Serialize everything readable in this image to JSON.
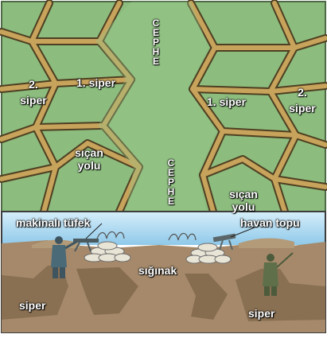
{
  "top_view": {
    "front_top": "CEPHE",
    "front_bottom": "CEPHE",
    "left_first_trench": "1. siper",
    "left_second_trench": "2.\nsiper",
    "left_rat_path": "sıçan\nyolu",
    "right_first_trench": "1. siper",
    "right_second_trench": "2.\nsiper",
    "right_rat_path": "sıçan\nyolu"
  },
  "cross_section": {
    "machine_gun": "makinalı tüfek",
    "mortar": "havan topu",
    "shelter": "sığınak",
    "left_trench": "siper",
    "right_trench": "siper"
  },
  "colors": {
    "field": "#8fbf80",
    "trench_wall": "#5a4a2a",
    "trench_fill": "#c9a25a",
    "sky": "#9ed3ef",
    "earth": "#a4896a",
    "earth_dark": "#826a4e"
  }
}
